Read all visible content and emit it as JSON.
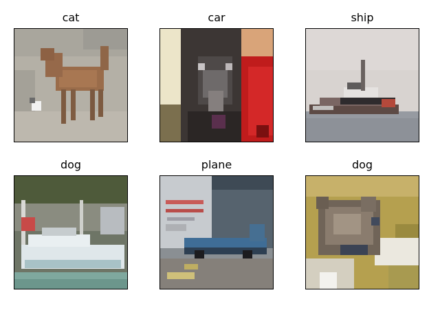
{
  "figure": {
    "panels": [
      {
        "title": "cat",
        "subject": "deer"
      },
      {
        "title": "car",
        "subject": "dog"
      },
      {
        "title": "ship",
        "subject": "ship"
      },
      {
        "title": "dog",
        "subject": "boat"
      },
      {
        "title": "plane",
        "subject": "truck"
      },
      {
        "title": "dog",
        "subject": "cat"
      }
    ]
  }
}
